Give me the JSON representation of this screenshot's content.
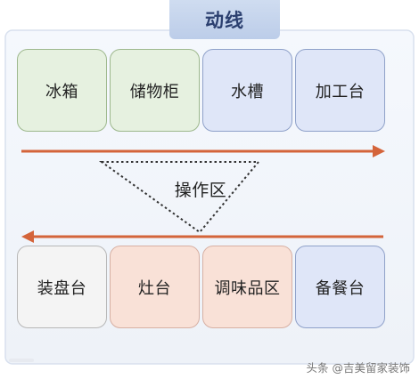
{
  "title": "动线",
  "top_row": [
    {
      "label": "冰箱",
      "fill": "#e6f1e0",
      "stroke": "#9db88d"
    },
    {
      "label": "储物柜",
      "fill": "#e6f1e0",
      "stroke": "#9db88d"
    },
    {
      "label": "水槽",
      "fill": "#dfe6f8",
      "stroke": "#8fa1c9"
    },
    {
      "label": "加工台",
      "fill": "#dfe6f8",
      "stroke": "#8fa1c9"
    }
  ],
  "center_label": "操作区",
  "bottom_row": [
    {
      "label": "装盘台",
      "fill": "#f4f4f4",
      "stroke": "#b7b7b7"
    },
    {
      "label": "灶台",
      "fill": "#f9e1d7",
      "stroke": "#d7b0a3"
    },
    {
      "label": "调味品区",
      "fill": "#f9e1d7",
      "stroke": "#d7b0a3"
    },
    {
      "label": "备餐台",
      "fill": "#dfe6f8",
      "stroke": "#8fa1c9"
    }
  ],
  "watermark": "头条 @吉美留家装饰",
  "colors": {
    "arrow": "#d4643a",
    "panel_bg": "#f6f8fb",
    "panel_border": "#d8e0ee",
    "title_text": "#2b3f6f"
  }
}
